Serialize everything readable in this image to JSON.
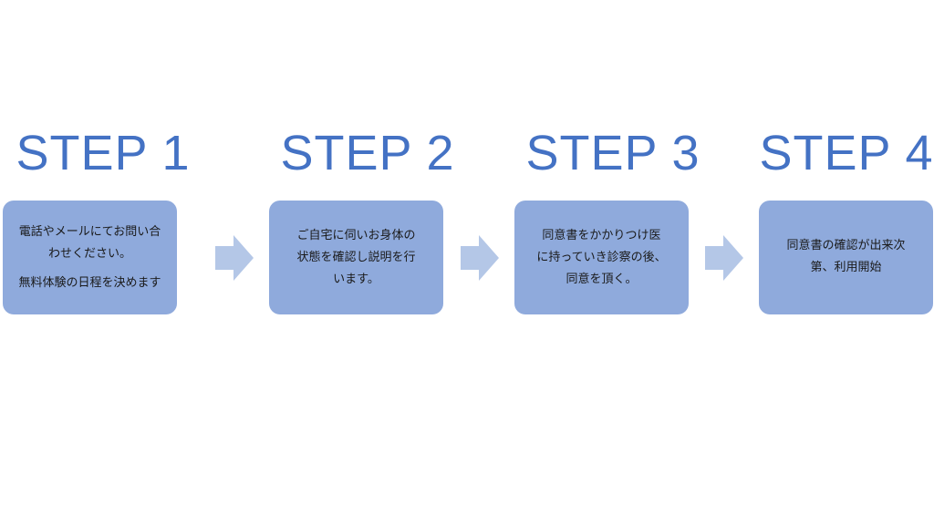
{
  "steps": [
    {
      "title": "STEP 1",
      "lines": [
        "電話やメールにてお問い合",
        "わせください。",
        "無料体験の日程を決めます"
      ]
    },
    {
      "title": "STEP 2",
      "lines": [
        "ご自宅に伺いお身体の",
        "状態を確認し説明を行",
        "います。"
      ]
    },
    {
      "title": "STEP 3",
      "lines": [
        "同意書をかかりつけ医",
        "に持っていき診察の後、",
        "同意を頂く。"
      ]
    },
    {
      "title": "STEP 4",
      "lines": [
        "同意書の確認が出来次",
        "第、利用開始"
      ]
    }
  ],
  "colors": {
    "title": "#4472c4",
    "box": "#8faadc",
    "arrow": "#b4c7e7",
    "text": "#1a1a1a"
  },
  "icons": {
    "connector": "arrow-right-icon"
  }
}
